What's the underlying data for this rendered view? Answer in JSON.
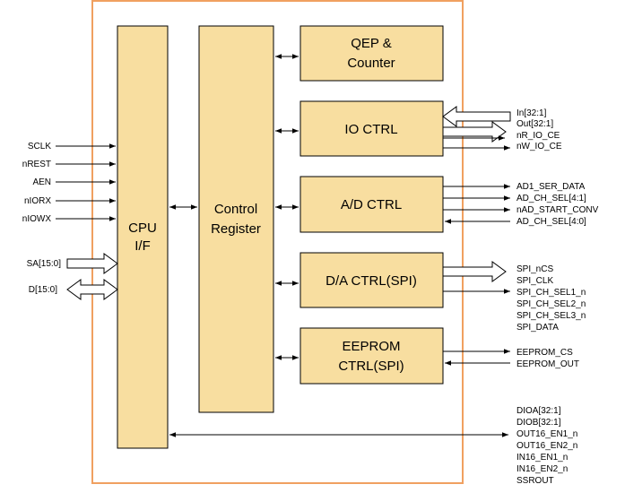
{
  "blocks": {
    "cpu_if": [
      "CPU",
      "I/F"
    ],
    "control_register": [
      "Control",
      "Register"
    ],
    "qep_counter": [
      "QEP &",
      "Counter"
    ],
    "io_ctrl": "IO CTRL",
    "ad_ctrl": "A/D CTRL",
    "da_ctrl": "D/A CTRL(SPI)",
    "eeprom_ctrl": [
      "EEPROM",
      "CTRL(SPI)"
    ]
  },
  "left_signals": [
    "SCLK",
    "nREST",
    "AEN",
    "nIORX",
    "nIOWX"
  ],
  "left_buses": [
    "SA[15:0]",
    "D[15:0]"
  ],
  "io_signals": [
    "In[32:1]",
    "Out[32:1]",
    "nR_IO_CE",
    "nW_IO_CE"
  ],
  "ad_signals": [
    "AD1_SER_DATA",
    "AD_CH_SEL[4:1]",
    "nAD_START_CONV",
    "AD_CH_SEL[4:0]"
  ],
  "da_signals": [
    "SPI_nCS",
    "SPI_CLK",
    "SPI_CH_SEL1_n",
    "SPI_CH_SEL2_n",
    "SPI_CH_SEL3_n",
    "SPI_DATA"
  ],
  "eeprom_signals": [
    "EEPROM_CS",
    "EEPROM_OUT"
  ],
  "bottom_signals": [
    "DIOA[32:1]",
    "DIOB[32:1]",
    "OUT16_EN1_n",
    "OUT16_EN2_n",
    "IN16_EN1_n",
    "IN16_EN2_n",
    "SSROUT"
  ]
}
